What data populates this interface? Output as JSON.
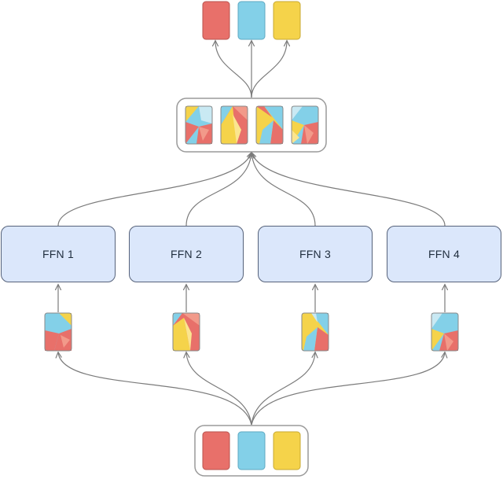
{
  "colors": {
    "red": "#e8706a",
    "blue": "#83d0e8",
    "yellow": "#f5d34a",
    "ffn_fill": "#dbe7fb",
    "ffn_border": "#56627a",
    "group_border": "#9a9a9a",
    "arrow": "#7b7b7b"
  },
  "experts": [
    {
      "label": "FFN 1"
    },
    {
      "label": "FFN 2"
    },
    {
      "label": "FFN 3"
    },
    {
      "label": "FFN 4"
    }
  ],
  "input_tokens": [
    "red",
    "blue",
    "yellow"
  ],
  "output_tokens": [
    "red",
    "blue",
    "yellow"
  ]
}
